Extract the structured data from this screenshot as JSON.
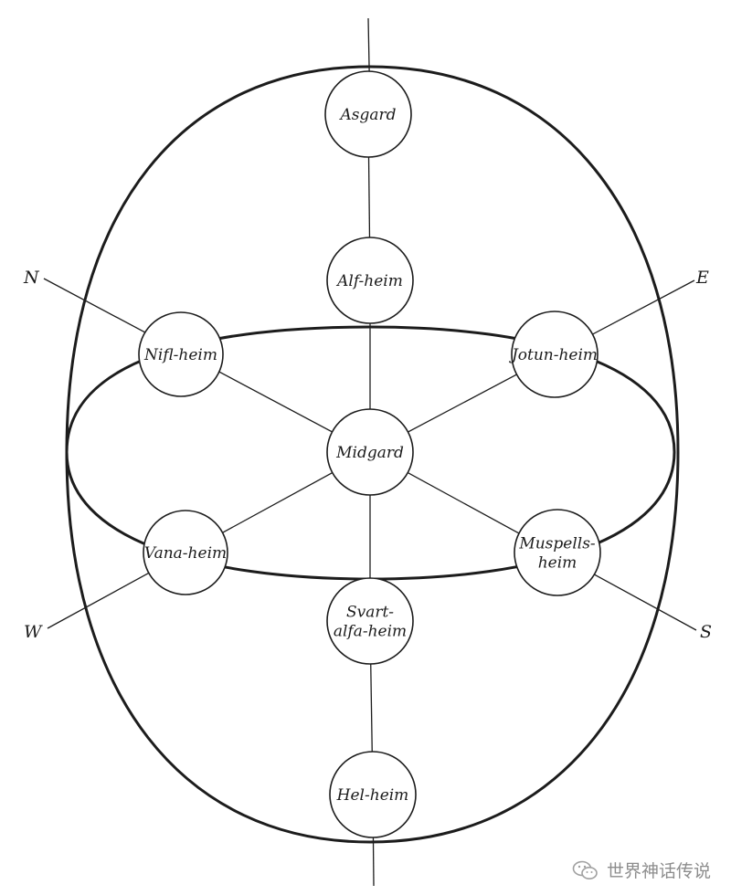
{
  "worlds": [
    {
      "id": "asgard",
      "lines": [
        "Asgard"
      ]
    },
    {
      "id": "alfheim",
      "lines": [
        "Alf-heim"
      ]
    },
    {
      "id": "niflheim",
      "lines": [
        "Nifl-heim"
      ]
    },
    {
      "id": "jotunheim",
      "lines": [
        "Jotun-heim"
      ]
    },
    {
      "id": "midgard",
      "lines": [
        "Midgard"
      ]
    },
    {
      "id": "vanaheim",
      "lines": [
        "Vana-heim"
      ]
    },
    {
      "id": "muspellsheim",
      "lines": [
        "Muspells-",
        "heim"
      ]
    },
    {
      "id": "svartalfaheim",
      "lines": [
        "Svart-",
        "alfa-heim"
      ]
    },
    {
      "id": "helheim",
      "lines": [
        "Hel-heim"
      ]
    }
  ],
  "compass": {
    "north": "N",
    "east": "E",
    "west": "W",
    "south": "S"
  },
  "watermark": {
    "text": "世界神话传说",
    "icon": "wechat-icon"
  }
}
